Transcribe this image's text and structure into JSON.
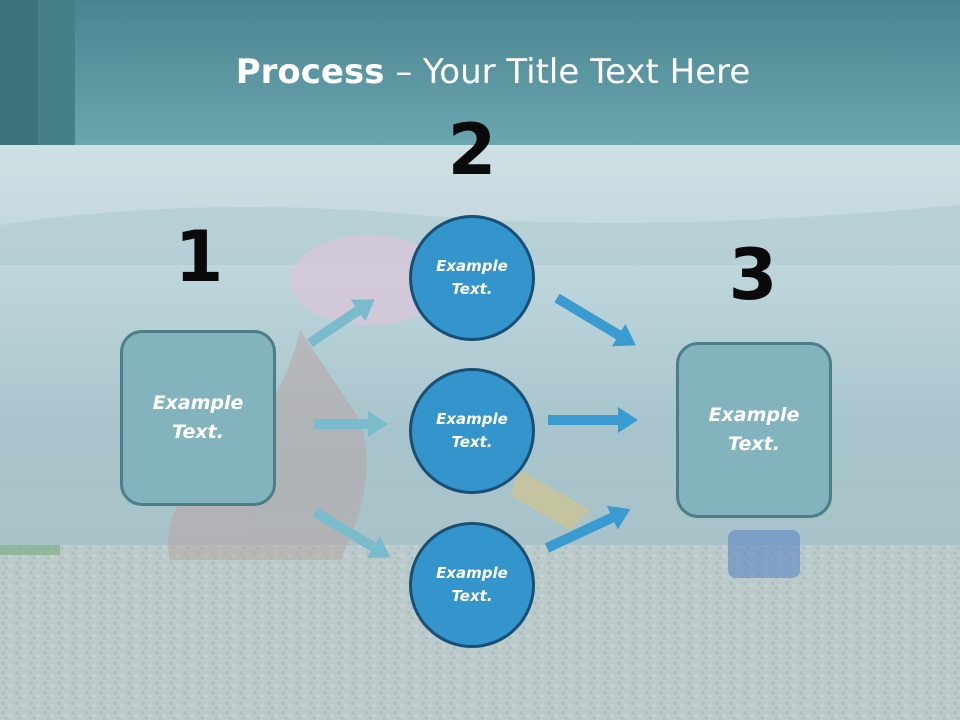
{
  "title": {
    "bold": "Process",
    "rest": " – Your Title Text Here"
  },
  "steps": [
    {
      "number": "1",
      "label_line1": "Example",
      "label_line2": "Text."
    },
    {
      "number": "2"
    },
    {
      "number": "3",
      "label_line1": "Example",
      "label_line2": "Text."
    }
  ],
  "circles": [
    {
      "label_line1": "Example",
      "label_line2": "Text."
    },
    {
      "label_line1": "Example",
      "label_line2": "Text."
    },
    {
      "label_line1": "Example",
      "label_line2": "Text."
    }
  ],
  "colors": {
    "header": "#5f9aa5",
    "box_fill": "#83b4bd",
    "circle_fill": "#3494cc",
    "arrow_left": "#7bbccc",
    "arrow_right": "#3a9bd0"
  }
}
